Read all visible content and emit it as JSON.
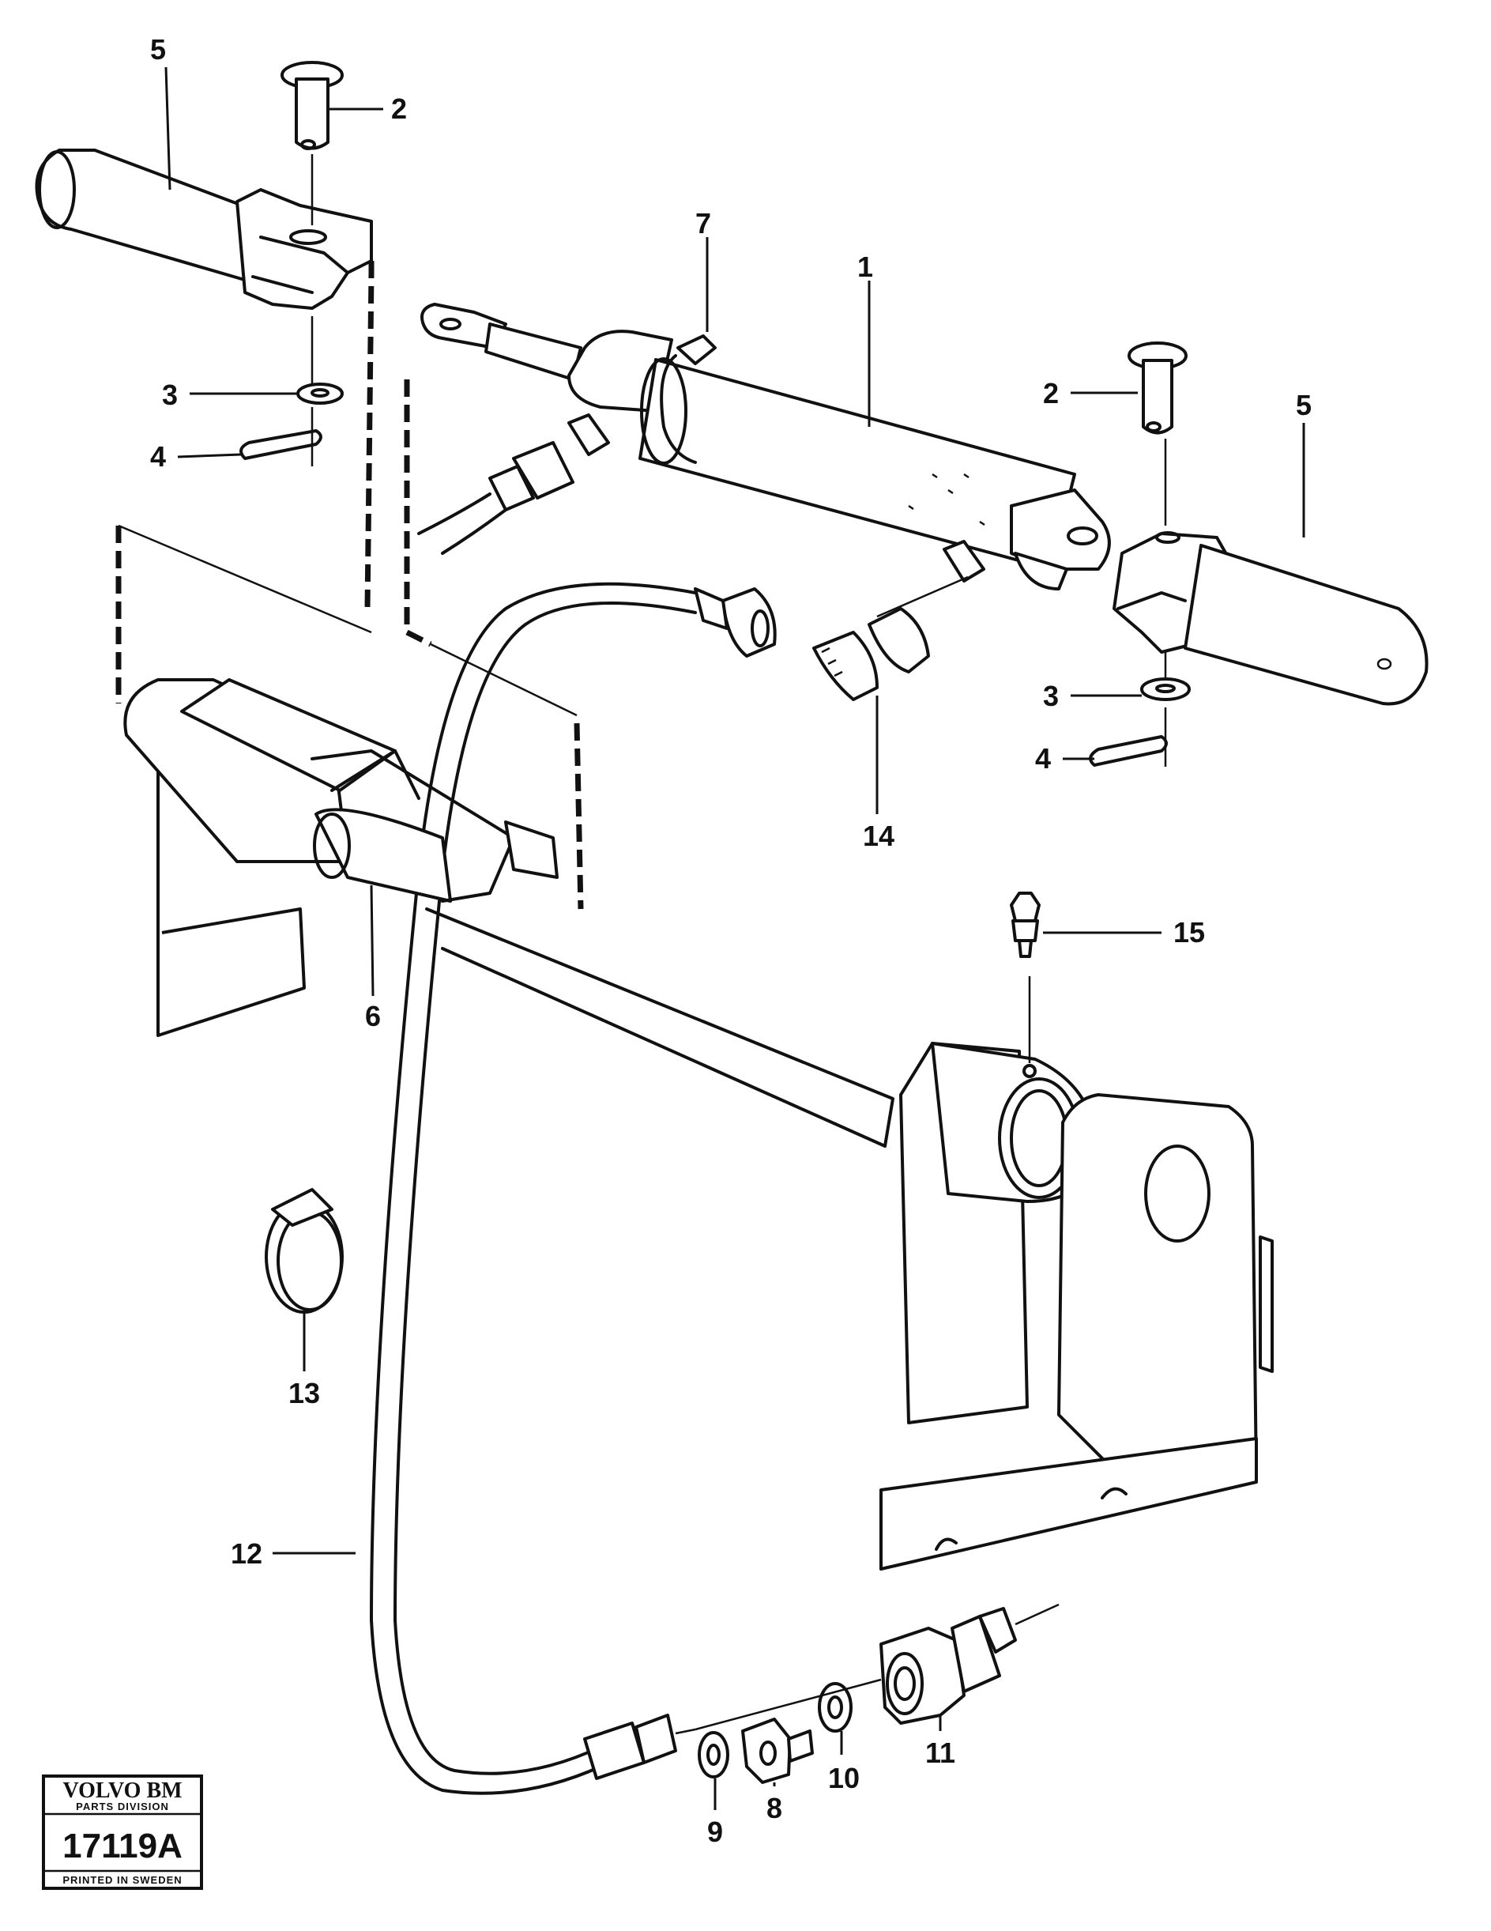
{
  "callouts": {
    "c1": "1",
    "c2a": "2",
    "c2b": "2",
    "c3a": "3",
    "c3b": "3",
    "c4a": "4",
    "c4b": "4",
    "c5a": "5",
    "c5b": "5",
    "c6": "6",
    "c7": "7",
    "c8": "8",
    "c9": "9",
    "c10": "10",
    "c11": "11",
    "c12": "12",
    "c13": "13",
    "c14": "14",
    "c15": "15"
  },
  "stamp": {
    "brand": "VOLVO BM",
    "division": "PARTS DIVISION",
    "code": "17119A",
    "printed": "PRINTED IN SWEDEN"
  }
}
